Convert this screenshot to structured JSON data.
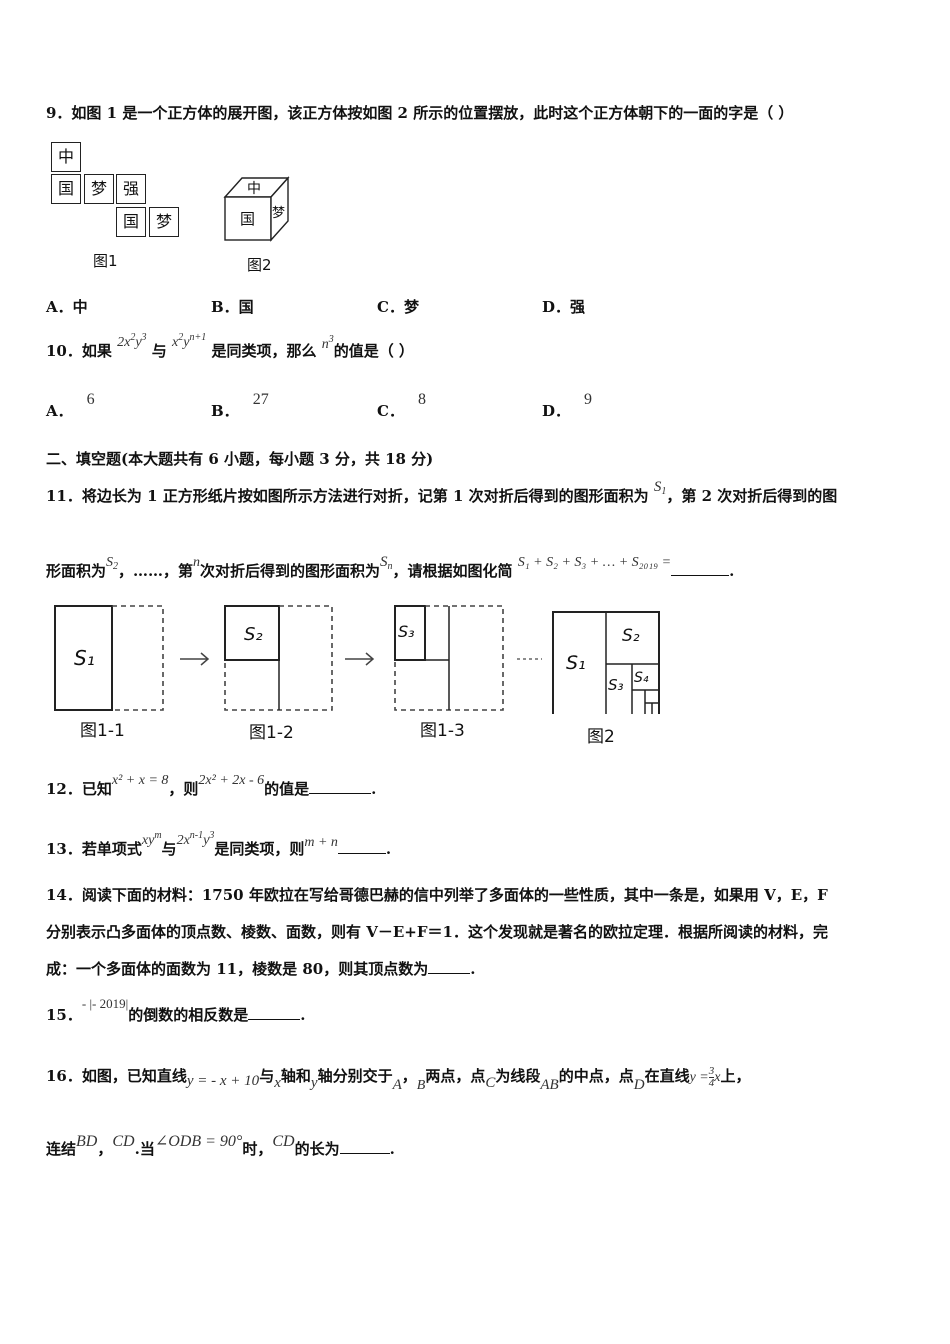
{
  "q9": {
    "text": "9．如图 1 是一个正方体的展开图，该正方体按如图 2 所示的位置摆放，此时这个正方体朝下的一面的字是（    ）",
    "net": [
      "中",
      "国",
      "梦",
      "强",
      "国",
      "梦"
    ],
    "cube": {
      "top": "中",
      "front": "国",
      "side": "梦"
    },
    "fig1": "图1",
    "fig2": "图2",
    "options": [
      {
        "label": "A．中"
      },
      {
        "label": "B．国"
      },
      {
        "label": "C．梦"
      },
      {
        "label": "D．强"
      }
    ]
  },
  "q10": {
    "num": "10．如果",
    "expr1": "2x",
    "expr1_e1": "2",
    "expr1_y": "y",
    "expr1_e2": "3",
    "mid": "与",
    "expr2": "x",
    "expr2_e1": "2",
    "expr2_y": "y",
    "expr2_e2": "n+1",
    "tail1": "是同类项，那么",
    "n": "n",
    "n_e": "3",
    "tail2": "的值是（    ）",
    "options": [
      {
        "label": "A．",
        "value": "6"
      },
      {
        "label": "B．",
        "value": "27"
      },
      {
        "label": "C．",
        "value": "8"
      },
      {
        "label": "D．",
        "value": "9"
      }
    ]
  },
  "section2": "二、填空题(本大题共有 6 小题，每小题 3 分，共 18 分)",
  "q11": {
    "line1": "11．将边长为 1 正方形纸片按如图所示方法进行对折，记第 1 次对折后得到的图形面积为",
    "s1": "S",
    "s1_sub": "1",
    "line1b": "，第 2 次对折后得到的图",
    "line2a": "形面积为",
    "s2": "S",
    "s2_sub": "2",
    "line2b": "，……，第",
    "n": "n",
    "line2c": "次对折后得到的图形面积为",
    "sn": "S",
    "sn_sub": "n",
    "line2d": "，请根据如图化简",
    "sum": "S₁ + S₂ + S₃ + … + S₂₀₁₉ =",
    "end": ".",
    "figs": [
      "图1-1",
      "图1-2",
      "图1-3",
      "图2"
    ],
    "labels": {
      "s1": "S₁",
      "s2": "S₂",
      "s3": "S₃",
      "s4": "S₄"
    },
    "arrow": "→",
    "dots": "……"
  },
  "q12": {
    "a": "12．已知",
    "expr": "x² + x = 8",
    "b": "，则",
    "expr2": "2x² + 2x - 6",
    "c": "的值是",
    "end": "."
  },
  "q13": {
    "a": "13．若单项式",
    "e1": "xy",
    "e1_sup": "m",
    "b": "与",
    "e2": "2x",
    "e2_sup": "n-1",
    "e2b": "y",
    "e2b_sup": "3",
    "c": "是同类项，则",
    "e3": "m + n",
    "end": "."
  },
  "q14": {
    "line1": "14．阅读下面的材料：1750 年欧拉在写给哥德巴赫的信中列举了多面体的一些性质，其中一条是，如果用 V，E，F",
    "line2": "分别表示凸多面体的顶点数、棱数、面数，则有 V－E+F＝1．这个发现就是著名的欧拉定理．根据所阅读的材料，完",
    "line3": "成：一个多面体的面数为 11，棱数是 80，则其顶点数为",
    "end": "."
  },
  "q15": {
    "num": "15．",
    "expr": "- |- 2019|",
    "text": "的倒数的相反数是",
    "end": "."
  },
  "q16": {
    "a": "16．如图，已知直线",
    "line_eq": "y = - x + 10",
    "b": "与",
    "x": "x",
    "c": "轴和",
    "y": "y",
    "d": "轴分别交于",
    "A": "A",
    "comma": "，",
    "B": "B",
    "e": "两点，点",
    "C": "C",
    "f": "为线段",
    "AB": "AB",
    "g": "的中点，点",
    "D": "D",
    "h": "在直线",
    "eq2_lhs": "y =",
    "eq2_num": "3",
    "eq2_den": "4",
    "eq2_x": "x",
    "i": "上，",
    "line2a": "连结",
    "BD": "BD",
    "line2b": "，",
    "CD": "CD",
    "line2c": ".当",
    "angle": "∠ODB = 90°",
    "line2d": "时，",
    "CD2": "CD",
    "line2e": "的长为",
    "end": "."
  }
}
